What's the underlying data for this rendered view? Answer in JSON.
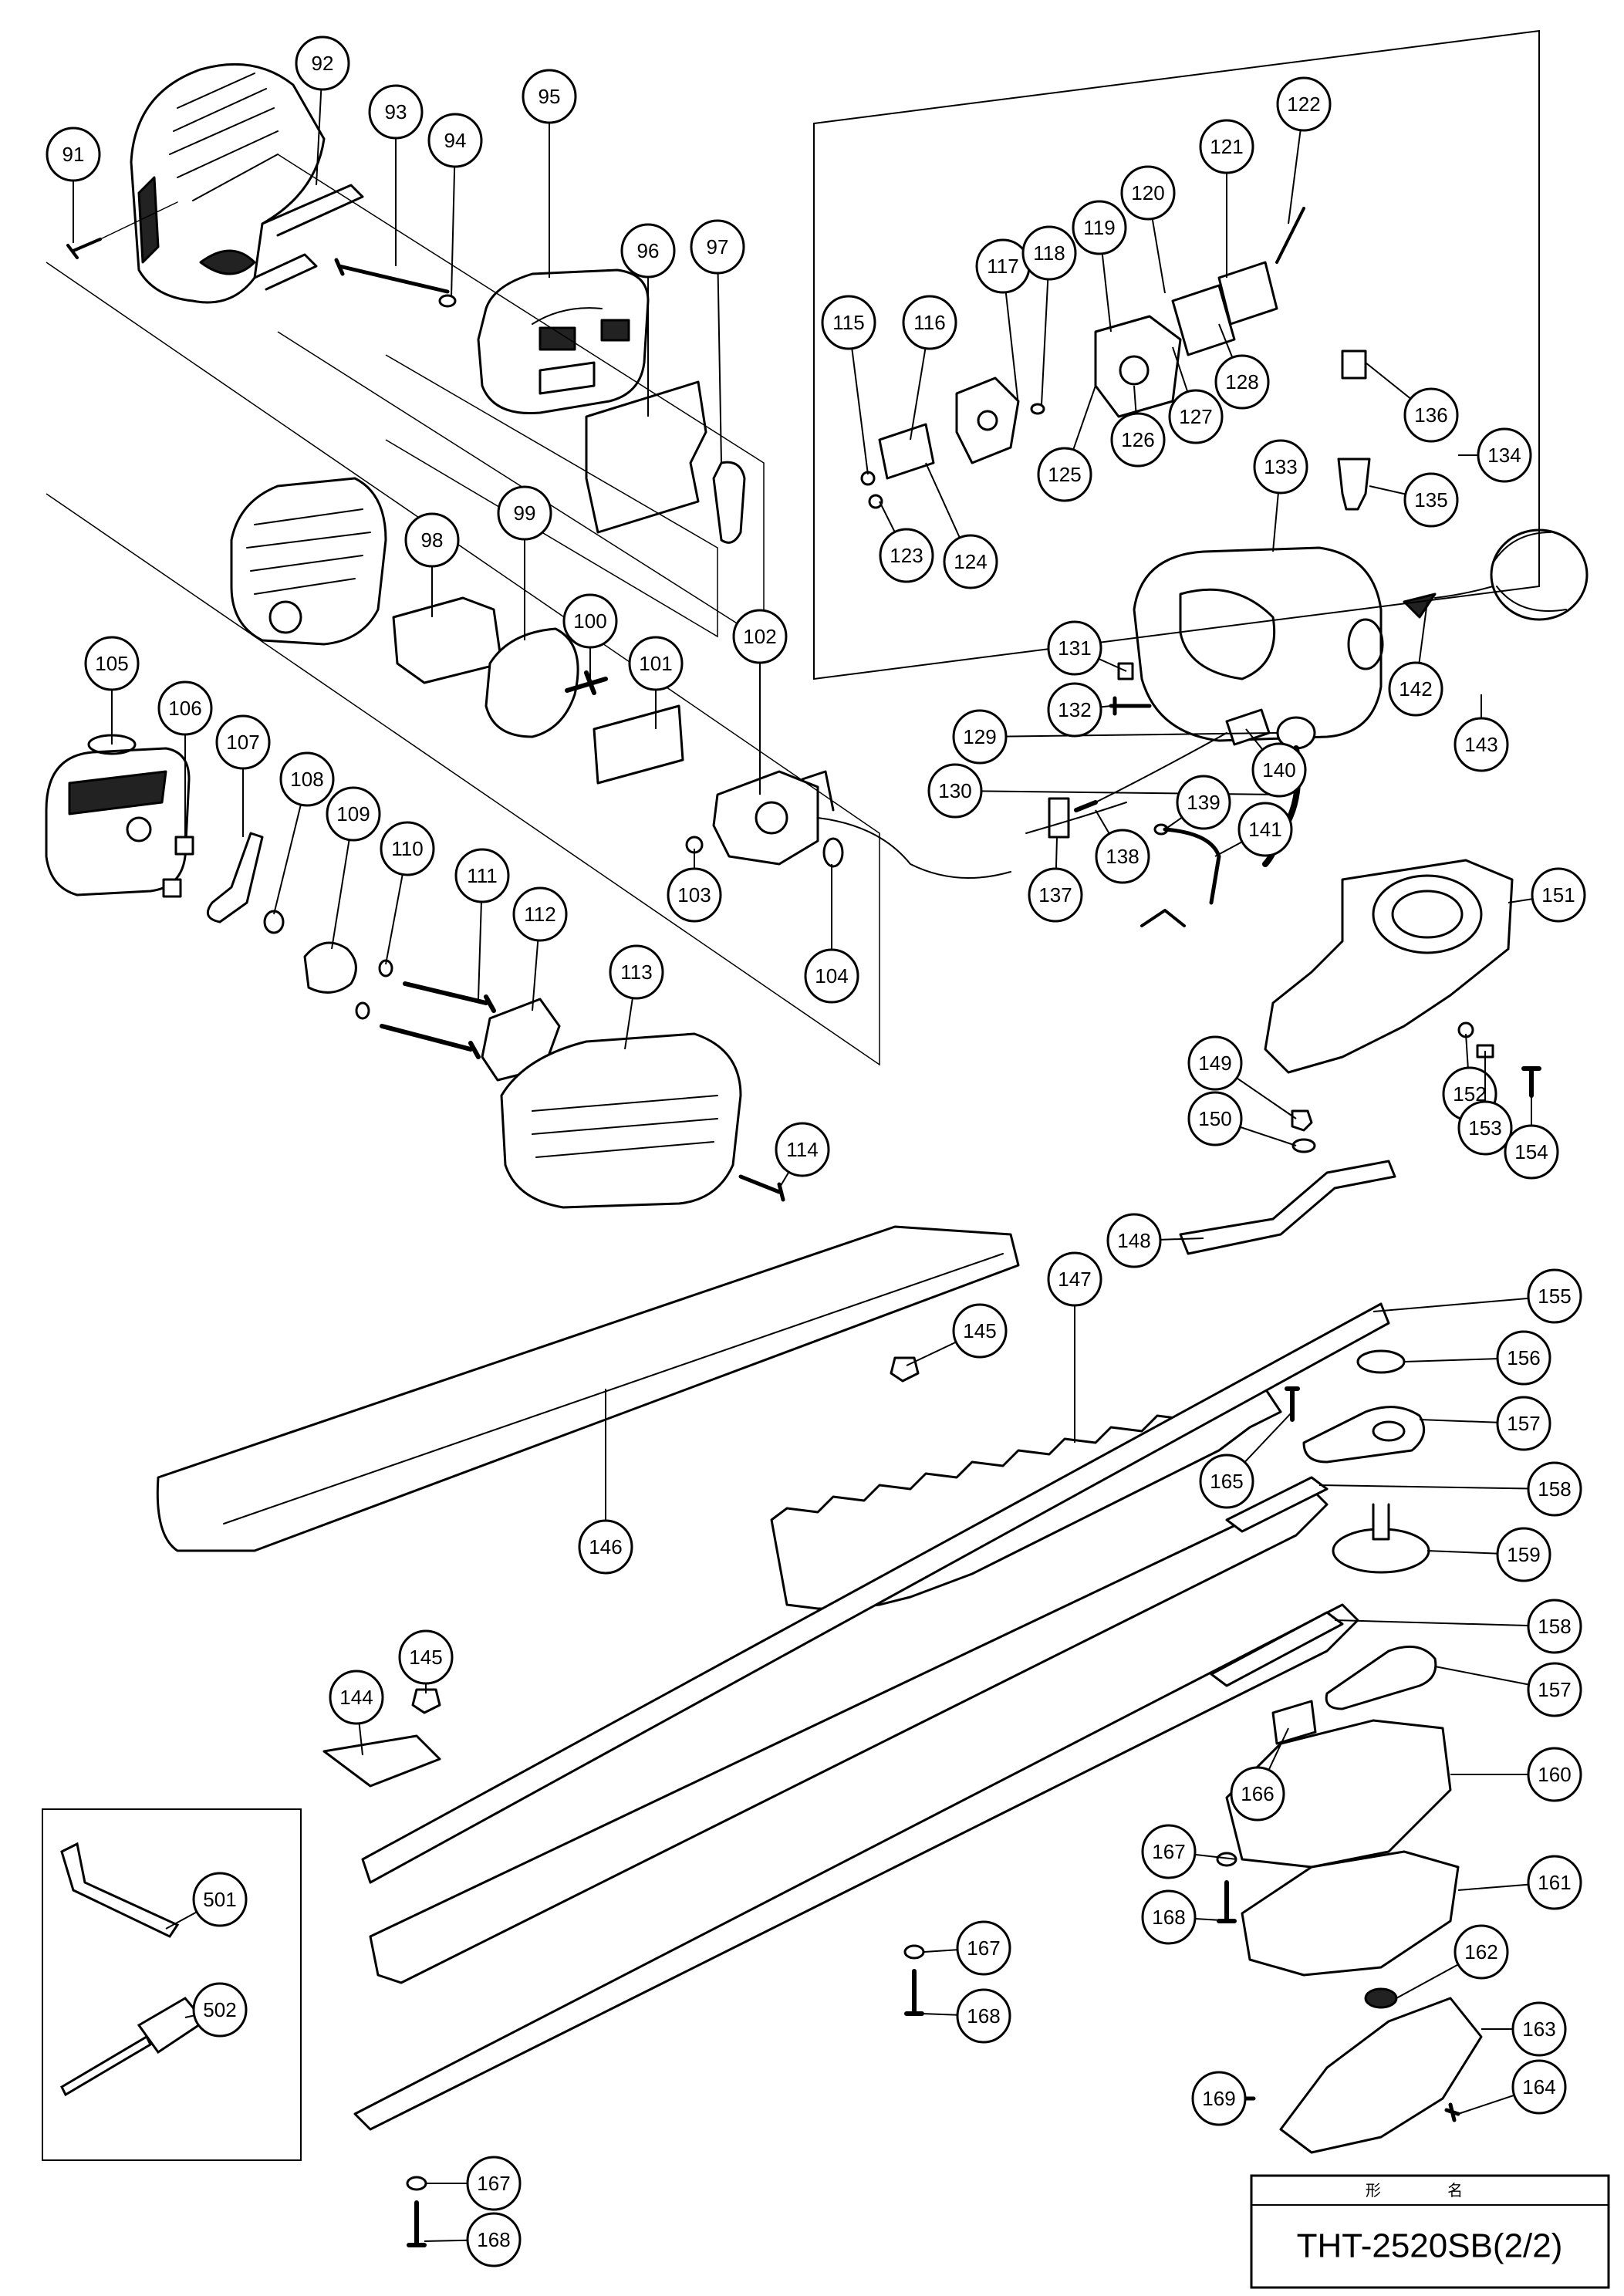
{
  "title_block": {
    "header_label": "形 名",
    "model": "THT-2520SB(2/2)"
  },
  "callouts": [
    {
      "id": "91",
      "label": "91"
    },
    {
      "id": "92",
      "label": "92"
    },
    {
      "id": "93",
      "label": "93"
    },
    {
      "id": "94",
      "label": "94"
    },
    {
      "id": "95",
      "label": "95"
    },
    {
      "id": "96",
      "label": "96"
    },
    {
      "id": "97",
      "label": "97"
    },
    {
      "id": "98",
      "label": "98"
    },
    {
      "id": "99",
      "label": "99"
    },
    {
      "id": "100",
      "label": "100"
    },
    {
      "id": "101",
      "label": "101"
    },
    {
      "id": "102",
      "label": "102"
    },
    {
      "id": "103",
      "label": "103"
    },
    {
      "id": "104",
      "label": "104"
    },
    {
      "id": "105",
      "label": "105"
    },
    {
      "id": "106",
      "label": "106"
    },
    {
      "id": "107",
      "label": "107"
    },
    {
      "id": "108",
      "label": "108"
    },
    {
      "id": "109",
      "label": "109"
    },
    {
      "id": "110",
      "label": "110"
    },
    {
      "id": "111",
      "label": "111"
    },
    {
      "id": "112",
      "label": "112"
    },
    {
      "id": "113",
      "label": "113"
    },
    {
      "id": "114",
      "label": "114"
    },
    {
      "id": "115",
      "label": "115"
    },
    {
      "id": "116",
      "label": "116"
    },
    {
      "id": "117",
      "label": "117"
    },
    {
      "id": "118",
      "label": "118"
    },
    {
      "id": "119",
      "label": "119"
    },
    {
      "id": "120",
      "label": "120"
    },
    {
      "id": "121",
      "label": "121"
    },
    {
      "id": "122",
      "label": "122"
    },
    {
      "id": "123",
      "label": "123"
    },
    {
      "id": "124",
      "label": "124"
    },
    {
      "id": "125",
      "label": "125"
    },
    {
      "id": "126",
      "label": "126"
    },
    {
      "id": "127",
      "label": "127"
    },
    {
      "id": "128",
      "label": "128"
    },
    {
      "id": "129",
      "label": "129"
    },
    {
      "id": "130",
      "label": "130"
    },
    {
      "id": "131",
      "label": "131"
    },
    {
      "id": "132",
      "label": "132"
    },
    {
      "id": "133",
      "label": "133"
    },
    {
      "id": "134",
      "label": "134"
    },
    {
      "id": "135",
      "label": "135"
    },
    {
      "id": "136",
      "label": "136"
    },
    {
      "id": "137",
      "label": "137"
    },
    {
      "id": "138",
      "label": "138"
    },
    {
      "id": "139",
      "label": "139"
    },
    {
      "id": "140",
      "label": "140"
    },
    {
      "id": "141",
      "label": "141"
    },
    {
      "id": "142",
      "label": "142"
    },
    {
      "id": "143",
      "label": "143"
    },
    {
      "id": "144",
      "label": "144"
    },
    {
      "id": "145a",
      "label": "145"
    },
    {
      "id": "145b",
      "label": "145"
    },
    {
      "id": "146",
      "label": "146"
    },
    {
      "id": "147",
      "label": "147"
    },
    {
      "id": "148",
      "label": "148"
    },
    {
      "id": "149",
      "label": "149"
    },
    {
      "id": "150",
      "label": "150"
    },
    {
      "id": "151",
      "label": "151"
    },
    {
      "id": "152",
      "label": "152"
    },
    {
      "id": "153",
      "label": "153"
    },
    {
      "id": "154",
      "label": "154"
    },
    {
      "id": "155",
      "label": "155"
    },
    {
      "id": "156",
      "label": "156"
    },
    {
      "id": "157a",
      "label": "157"
    },
    {
      "id": "157b",
      "label": "157"
    },
    {
      "id": "158a",
      "label": "158"
    },
    {
      "id": "158b",
      "label": "158"
    },
    {
      "id": "159",
      "label": "159"
    },
    {
      "id": "160",
      "label": "160"
    },
    {
      "id": "161",
      "label": "161"
    },
    {
      "id": "162",
      "label": "162"
    },
    {
      "id": "163",
      "label": "163"
    },
    {
      "id": "164",
      "label": "164"
    },
    {
      "id": "165",
      "label": "165"
    },
    {
      "id": "166",
      "label": "166"
    },
    {
      "id": "167a",
      "label": "167"
    },
    {
      "id": "167b",
      "label": "167"
    },
    {
      "id": "167c",
      "label": "167"
    },
    {
      "id": "168a",
      "label": "168"
    },
    {
      "id": "168b",
      "label": "168"
    },
    {
      "id": "168c",
      "label": "168"
    },
    {
      "id": "169",
      "label": "169"
    },
    {
      "id": "501",
      "label": "501"
    },
    {
      "id": "502",
      "label": "502"
    }
  ]
}
